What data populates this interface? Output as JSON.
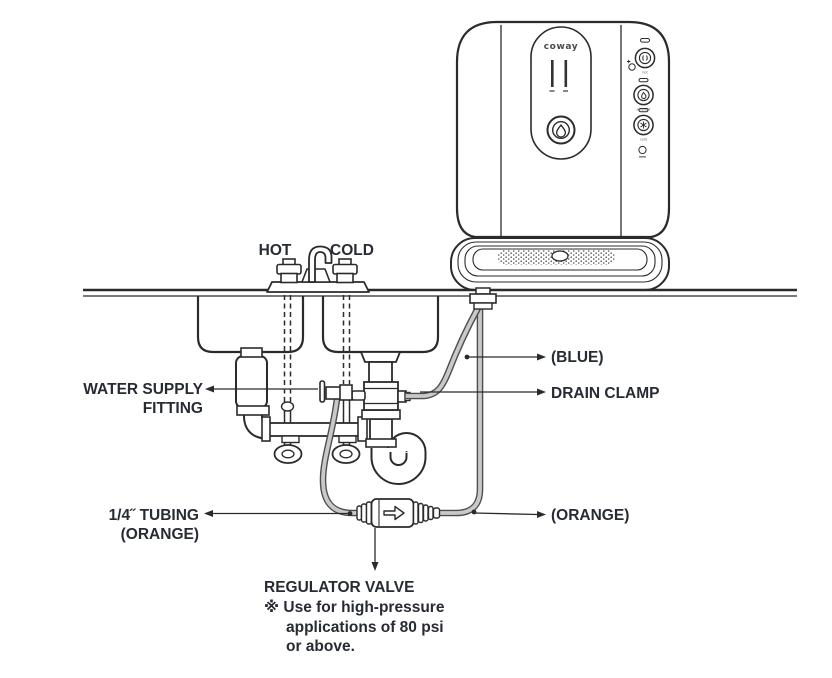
{
  "colors": {
    "outline": "#2b2b2d",
    "label_text": "#272b33",
    "tube_fill": "#c9c9cb",
    "tube_outline": "#4e4e50"
  },
  "purifier": {
    "brand_logo": "coway",
    "dispense_button_icon": "water-drop-icon",
    "side_buttons": [
      "hot",
      "ambient",
      "cold"
    ]
  },
  "faucet": {
    "hot": "HOT",
    "cold": "COLD"
  },
  "callouts": {
    "water_supply_fitting": {
      "line1": "WATER SUPPLY",
      "line2": "FITTING"
    },
    "blue_tube": {
      "label": "(BLUE)"
    },
    "drain_clamp": {
      "label": "DRAIN CLAMP"
    },
    "quarter_tubing": {
      "line1": "1/4˝ TUBING",
      "line2": "(ORANGE)"
    },
    "orange_tube": {
      "label": "(ORANGE)"
    },
    "regulator_valve": {
      "title": "REGULATOR VALVE",
      "note_line1": "※ Use for high-pressure",
      "note_line2": "applications of 80 psi",
      "note_line3": "or above."
    }
  }
}
